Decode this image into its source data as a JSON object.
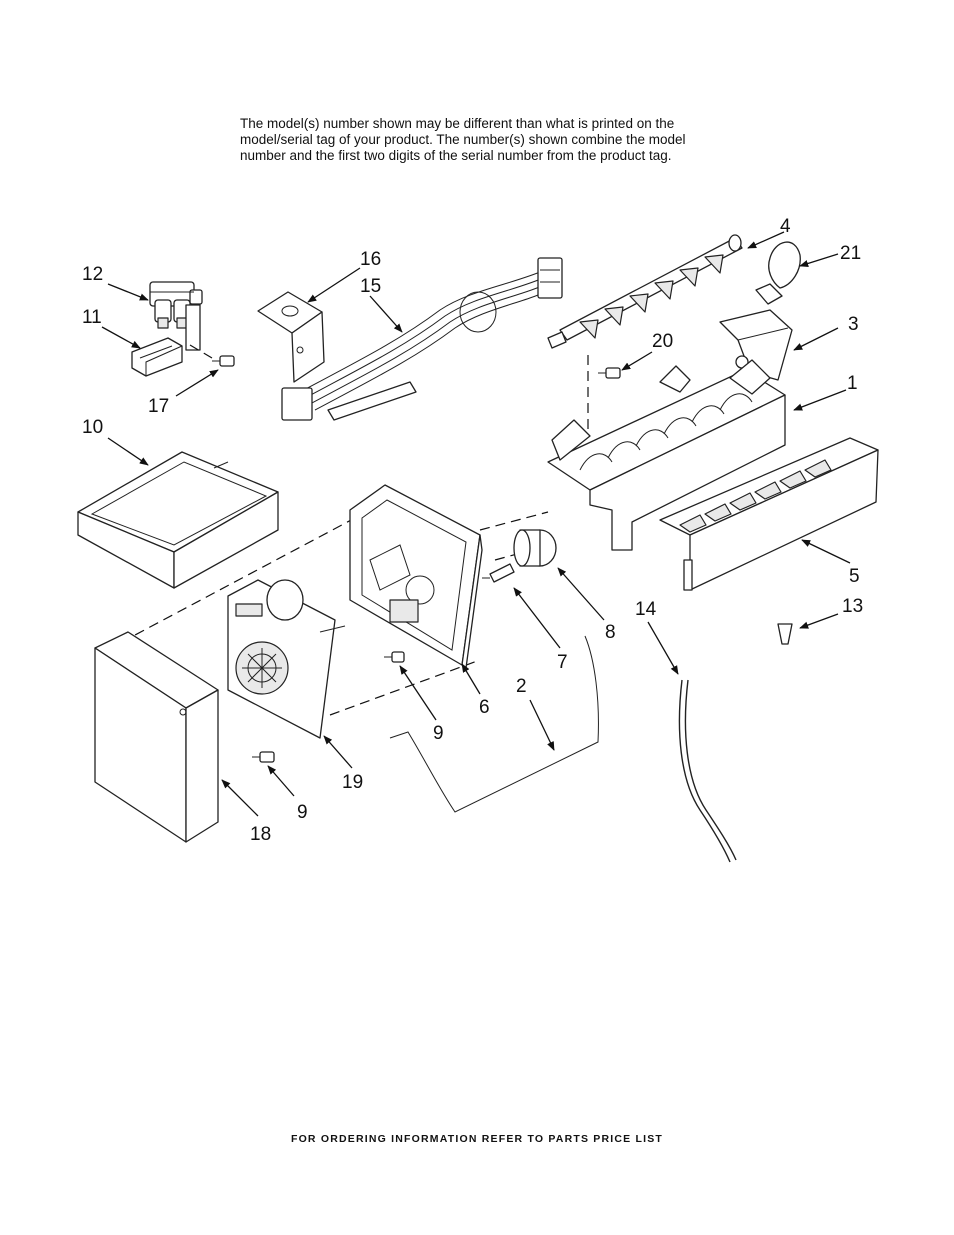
{
  "header": {
    "note_lines": [
      "The model(s) number shown may be different than what is printed on the",
      "model/serial tag of your product. The number(s) shown combine the model",
      "number and the first two digits of the serial number from the product tag."
    ]
  },
  "diagram": {
    "callouts": [
      "1",
      "2",
      "3",
      "4",
      "5",
      "6",
      "7",
      "8",
      "9",
      "9",
      "10",
      "11",
      "12",
      "13",
      "14",
      "15",
      "16",
      "17",
      "18",
      "19",
      "20",
      "21"
    ]
  },
  "footer": {
    "text": "FOR ORDERING INFORMATION REFER TO PARTS PRICE LIST"
  }
}
